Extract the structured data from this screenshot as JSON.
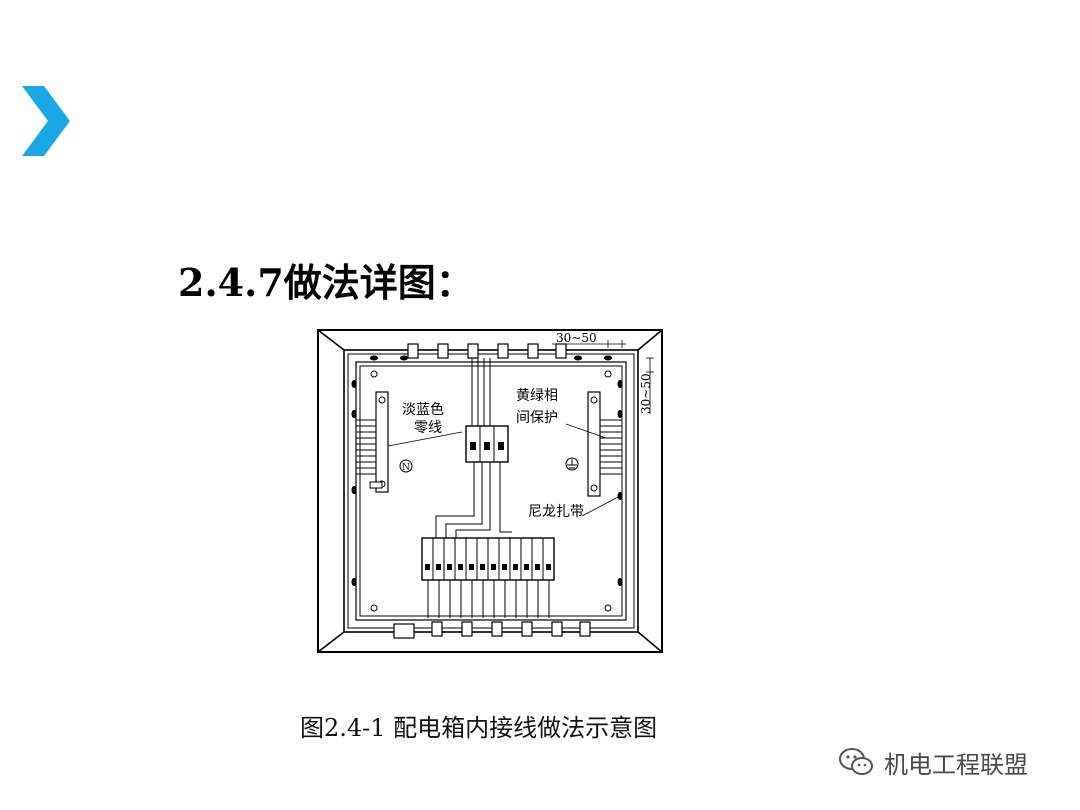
{
  "slide": {
    "heading": "2.4.7做法详图：",
    "caption": "图2.4-1 配电箱内接线做法示意图",
    "accent_color": "#1aa7e6",
    "chevron_icon": "chevron-right-icon"
  },
  "diagram": {
    "labels": {
      "dim_top": "30~50",
      "dim_right": "30~50",
      "neutral_wire": [
        "淡蓝色",
        "零线"
      ],
      "pe_wire": [
        "黄绿相",
        "间保护"
      ],
      "nylon_tie": "尼龙扎带",
      "neutral_symbol": "N"
    }
  },
  "watermark": {
    "text": "机电工程联盟",
    "icon": "wechat-icon"
  }
}
